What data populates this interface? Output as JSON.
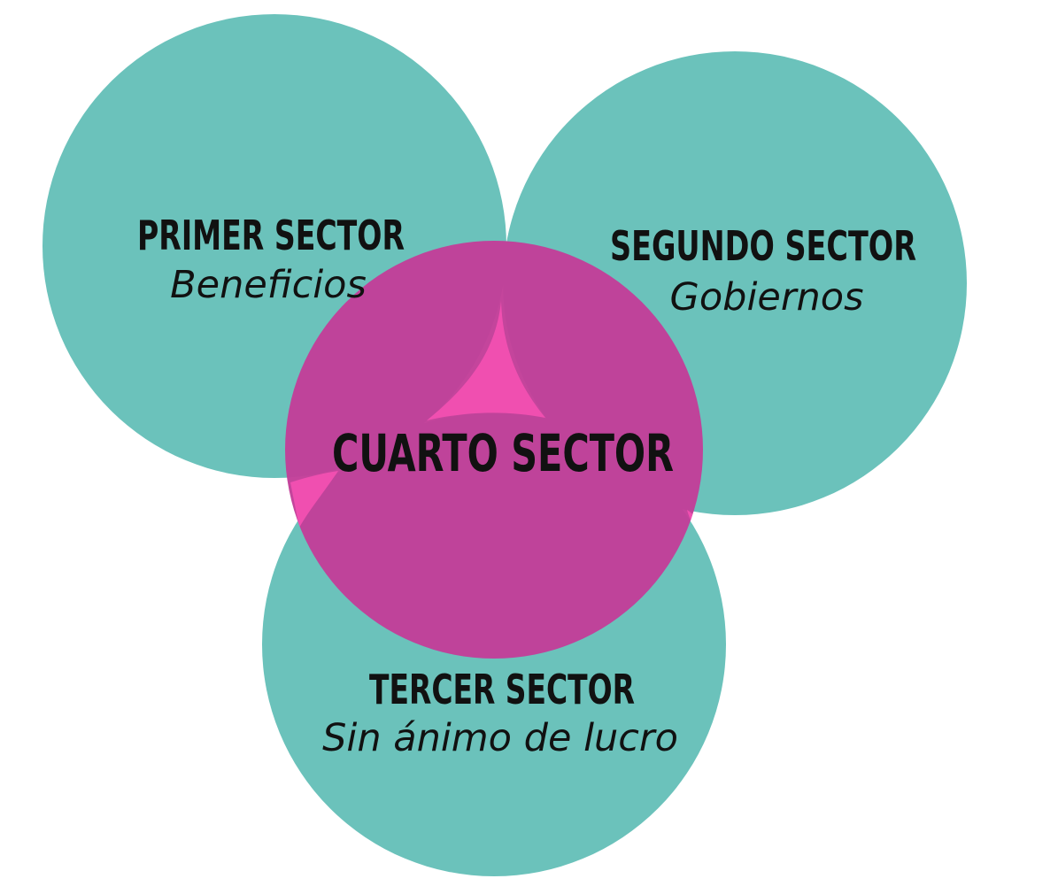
{
  "colors": {
    "sector_fill": "#6bc2bb",
    "center_fill": "#c23f99",
    "center_core": "#f04fb0",
    "text": "#111111",
    "background": "#ffffff"
  },
  "sectors": [
    {
      "id": "primer",
      "title": "PRIMER SECTOR",
      "subtitle": "Beneficios"
    },
    {
      "id": "segundo",
      "title": "SEGUNDO SECTOR",
      "subtitle": "Gobiernos"
    },
    {
      "id": "tercer",
      "title": "TERCER SECTOR",
      "subtitle": "Sin ánimo de lucro"
    }
  ],
  "center": {
    "title": "CUARTO SECTOR"
  }
}
